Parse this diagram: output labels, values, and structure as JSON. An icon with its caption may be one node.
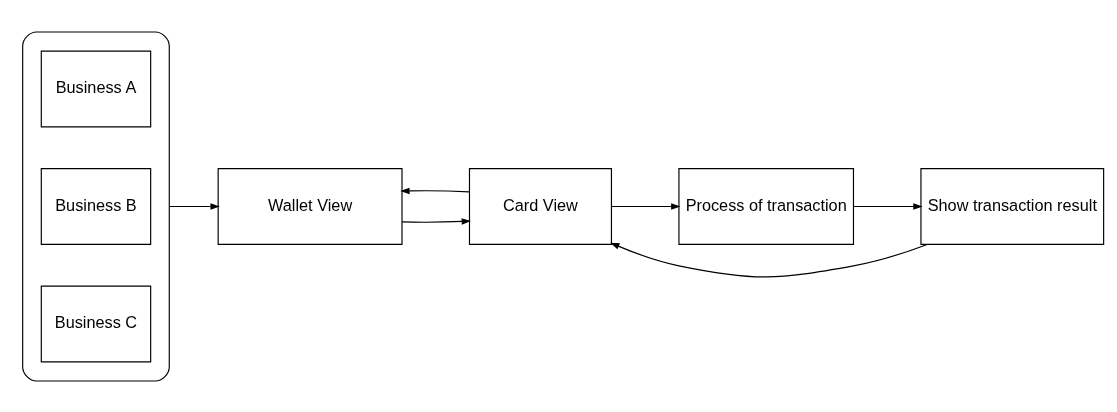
{
  "diagram": {
    "nodes": [
      {
        "text": [],
        "shape": "box"
      },
      {
        "text": [
          "Business A"
        ],
        "in": 0
      },
      {
        "text": [
          "Business B"
        ],
        "in": 0
      },
      {
        "text": [
          "Business C"
        ],
        "in": 0
      },
      {
        "text": [
          "Wallet View"
        ]
      },
      {
        "text": [
          "Card View"
        ]
      },
      {
        "text": [
          "Process of transaction"
        ]
      },
      {
        "text": [
          "Show transaction result"
        ]
      }
    ],
    "edges": [
      {
        "from": 0,
        "to": 4,
        "arrow": "to"
      },
      {
        "from": 4,
        "to": 5,
        "arrow": "to"
      },
      {
        "from": 5,
        "to": 6,
        "arrow": "to"
      },
      {
        "from": 6,
        "to": 7,
        "arrow": "to"
      },
      {
        "from": 5,
        "to": 4,
        "arrow": "to"
      },
      {
        "from": 7,
        "to": 5,
        "arrow": "to"
      }
    ]
  }
}
